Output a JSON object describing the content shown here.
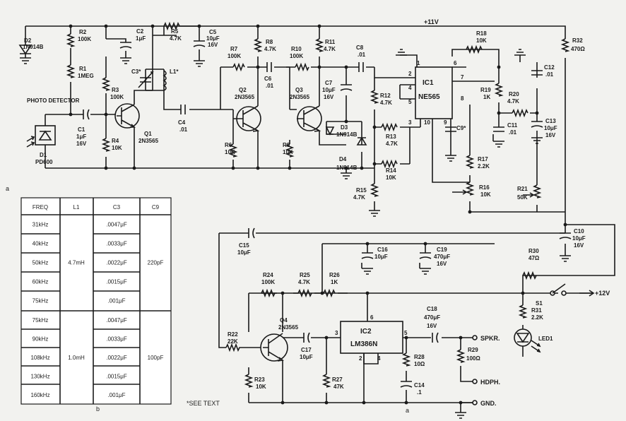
{
  "supply": {
    "rail": "+11V",
    "input": "+12V"
  },
  "components": {
    "D1": {
      "ref": "D1",
      "value": "PD600",
      "label": "PHOTO DETECTOR"
    },
    "D2": {
      "ref": "D2",
      "value": "1N914B"
    },
    "D3": {
      "ref": "D3",
      "value": "1N914B"
    },
    "D4": {
      "ref": "D4",
      "value": "1N914B"
    },
    "R1": {
      "ref": "R1",
      "value": "1MEG"
    },
    "R2": {
      "ref": "R2",
      "value": "100K"
    },
    "R3": {
      "ref": "R3",
      "value": "100K"
    },
    "R4": {
      "ref": "R4",
      "value": "10K"
    },
    "R5": {
      "ref": "R5",
      "value": "4.7K"
    },
    "R6": {
      "ref": "R6",
      "value": "10K"
    },
    "R7": {
      "ref": "R7",
      "value": "100K"
    },
    "R8": {
      "ref": "R8",
      "value": "4.7K"
    },
    "R9": {
      "ref": "R9",
      "value": "10K"
    },
    "R10": {
      "ref": "R10",
      "value": "100K"
    },
    "R11": {
      "ref": "R11",
      "value": "4.7K"
    },
    "R12": {
      "ref": "R12",
      "value": "4.7K"
    },
    "R13": {
      "ref": "R13",
      "value": "4.7K"
    },
    "R14": {
      "ref": "R14",
      "value": "10K"
    },
    "R15": {
      "ref": "R15",
      "value": "4.7K"
    },
    "R16": {
      "ref": "R16",
      "value": "10K"
    },
    "R17": {
      "ref": "R17",
      "value": "2.2K"
    },
    "R18": {
      "ref": "R18",
      "value": "10K"
    },
    "R19": {
      "ref": "R19",
      "value": "1K"
    },
    "R20": {
      "ref": "R20",
      "value": "4.7K"
    },
    "R21": {
      "ref": "R21",
      "value": "50K"
    },
    "R22": {
      "ref": "R22",
      "value": "22K"
    },
    "R23": {
      "ref": "R23",
      "value": "10K"
    },
    "R24": {
      "ref": "R24",
      "value": "100K"
    },
    "R25": {
      "ref": "R25",
      "value": "4.7K"
    },
    "R26": {
      "ref": "R26",
      "value": "1K"
    },
    "R27": {
      "ref": "R27",
      "value": "47K"
    },
    "R28": {
      "ref": "R28",
      "value": "10Ω"
    },
    "R29": {
      "ref": "R29",
      "value": "100Ω"
    },
    "R30": {
      "ref": "R30",
      "value": "47Ω"
    },
    "R31": {
      "ref": "R31",
      "value": "2.2K"
    },
    "R32": {
      "ref": "R32",
      "value": "470Ω"
    },
    "C1": {
      "ref": "C1",
      "value": "1μF",
      "voltage": "16V"
    },
    "C2": {
      "ref": "C2",
      "value": "1μF"
    },
    "C3": {
      "ref": "C3*"
    },
    "C4": {
      "ref": "C4",
      "value": ".01"
    },
    "C5": {
      "ref": "C5",
      "value": "10μF",
      "voltage": "16V"
    },
    "C6": {
      "ref": "C6",
      "value": ".01"
    },
    "C7": {
      "ref": "C7",
      "value": "10μF",
      "voltage": "16V"
    },
    "C8": {
      "ref": "C8",
      "value": ".01"
    },
    "C9": {
      "ref": "C9*"
    },
    "C10": {
      "ref": "C10",
      "value": "10μF",
      "voltage": "16V"
    },
    "C11": {
      "ref": "C11",
      "value": ".01"
    },
    "C12": {
      "ref": "C12",
      "value": ".01"
    },
    "C13": {
      "ref": "C13",
      "value": "10μF",
      "voltage": "16V"
    },
    "C14": {
      "ref": "C14",
      "value": ".1"
    },
    "C15": {
      "ref": "C15",
      "value": "10μF"
    },
    "C16": {
      "ref": "C16",
      "value": "10μF"
    },
    "C17": {
      "ref": "C17",
      "value": "10μF"
    },
    "C18": {
      "ref": "C18",
      "value": "470μF",
      "voltage": "16V"
    },
    "C19": {
      "ref": "C19",
      "value": "470μF",
      "voltage": "16V"
    },
    "L1": {
      "ref": "L1*"
    },
    "Q1": {
      "ref": "Q1",
      "value": "2N3565"
    },
    "Q2": {
      "ref": "Q2",
      "value": "2N3565"
    },
    "Q3": {
      "ref": "Q3",
      "value": "2N3565"
    },
    "Q4": {
      "ref": "Q4",
      "value": "2N3565"
    },
    "IC1": {
      "ref": "IC1",
      "value": "NE565",
      "pins": [
        "1",
        "2",
        "3",
        "4",
        "5",
        "6",
        "7",
        "8",
        "9",
        "10"
      ]
    },
    "IC2": {
      "ref": "IC2",
      "value": "LM386N",
      "pins": [
        "2",
        "3",
        "4",
        "5",
        "6"
      ]
    },
    "S1": {
      "ref": "S1"
    },
    "LED1": {
      "ref": "LED1"
    }
  },
  "outputs": {
    "spkr": "SPKR.",
    "hdph": "HDPH.",
    "gnd": "GND."
  },
  "note": "*SEE TEXT",
  "panel_labels": {
    "a": "a",
    "b": "b",
    "corner": "a"
  },
  "table": {
    "headers": [
      "FREQ",
      "L1",
      "C3",
      "C9"
    ],
    "groups": [
      {
        "l1": "4.7mH",
        "c9": "220pF",
        "rows": [
          {
            "freq": "31kHz",
            "c3": ".0047μF"
          },
          {
            "freq": "40kHz",
            "c3": ".0033μF"
          },
          {
            "freq": "50kHz",
            "c3": ".0022μF"
          },
          {
            "freq": "60kHz",
            "c3": ".0015μF"
          },
          {
            "freq": "75kHz",
            "c3": ".001μF"
          }
        ]
      },
      {
        "l1": "1.0mH",
        "c9": "100pF",
        "rows": [
          {
            "freq": "75kHz",
            "c3": ".0047μF"
          },
          {
            "freq": "90kHz",
            "c3": ".0033μF"
          },
          {
            "freq": "108kHz",
            "c3": ".0022μF"
          },
          {
            "freq": "130kHz",
            "c3": ".0015μF"
          },
          {
            "freq": "160kHz",
            "c3": ".001μF"
          }
        ]
      }
    ]
  }
}
